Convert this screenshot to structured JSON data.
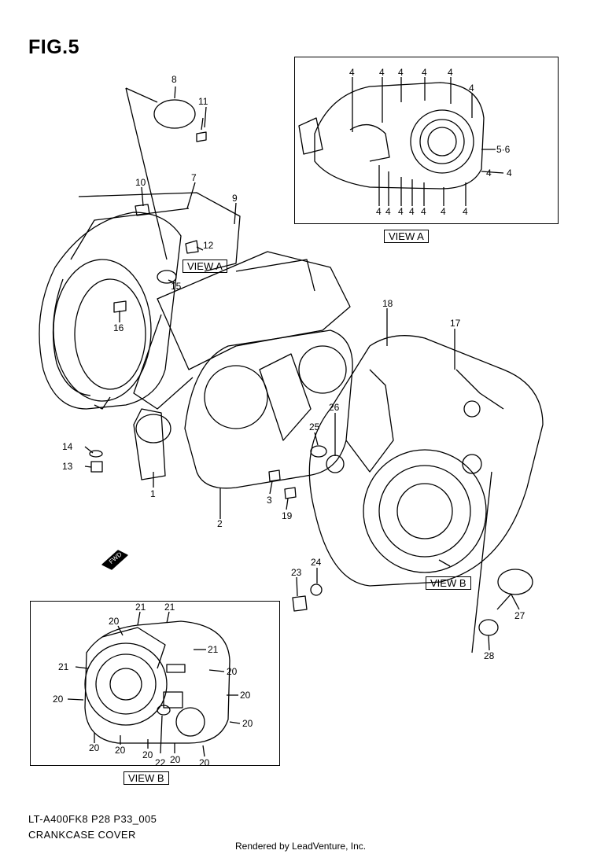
{
  "figure": {
    "title": "FIG.5",
    "drawing_code": "LT-A400FK8 P28 P33_005",
    "caption": "CRANKCASE COVER",
    "render_credit": "Rendered by LeadVenture, Inc."
  },
  "views": {
    "view_a_label": "VIEW A",
    "view_b_label": "VIEW B",
    "view_a_callout": "VIEW A",
    "view_b_callout": "VIEW B",
    "fwd_arrow": "FWD"
  },
  "main_callouts": [
    "8",
    "11",
    "10",
    "7",
    "9",
    "12",
    "15",
    "16",
    "18",
    "17",
    "14",
    "13",
    "1",
    "26",
    "25",
    "3",
    "19",
    "2",
    "24",
    "23",
    "27",
    "28"
  ],
  "view_a_callouts": [
    "4",
    "4",
    "4",
    "4",
    "4",
    "4",
    "4",
    "4",
    "4",
    "4",
    "4",
    "4",
    "4",
    "4",
    "5·6",
    "4"
  ],
  "view_b_callouts": [
    "21",
    "21",
    "20",
    "21",
    "21",
    "20",
    "20",
    "20",
    "20",
    "20",
    "20",
    "20",
    "22",
    "20",
    "20"
  ]
}
